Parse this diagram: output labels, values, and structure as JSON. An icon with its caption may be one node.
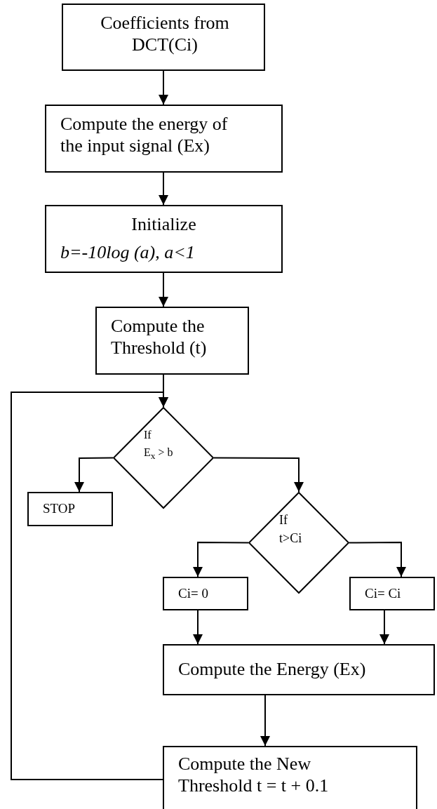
{
  "diagram": {
    "nodes": [
      {
        "text": [
          "Coefficients from DCT(Ci)"
        ]
      },
      {
        "text": [
          "Compute the energy of the input signal (Ex)"
        ]
      },
      {
        "text": [
          "Initialize",
          "b=-10log (a), a<1"
        ]
      },
      {
        "text": [
          "Compute the Threshold (t)"
        ]
      },
      {
        "text": [
          "If",
          "E$_{x}$ > b"
        ]
      },
      {
        "text": [
          "STOP"
        ]
      },
      {
        "text": [
          "If",
          "t>Ci"
        ]
      },
      {
        "text": [
          "Ci= 0"
        ]
      },
      {
        "text": [
          "Ci= Ci"
        ]
      },
      {
        "text": [
          "Compute the Energy (Ex)"
        ]
      },
      {
        "text": [
          "Compute the New Threshold t = t + 0.1"
        ]
      }
    ],
    "edges": [
      {
        "from": 0,
        "to": 1,
        "arrow": "to"
      },
      {
        "from": 1,
        "to": 2,
        "arrow": "to"
      },
      {
        "from": 2,
        "to": 3,
        "arrow": "to"
      },
      {
        "from": 3,
        "to": 4,
        "arrow": "to"
      },
      {
        "from": 4,
        "to": 5,
        "arrow": "to"
      },
      {
        "from": 4,
        "to": 6,
        "arrow": "to"
      },
      {
        "from": 6,
        "to": 7,
        "arrow": "to"
      },
      {
        "from": 6,
        "to": 8,
        "arrow": "to"
      },
      {
        "from": 7,
        "to": 9,
        "arrow": "to"
      },
      {
        "from": 8,
        "to": 9,
        "arrow": "to"
      },
      {
        "from": 9,
        "to": 10,
        "arrow": "to"
      },
      {
        "from": 10,
        "to": 4,
        "arrow": "to"
      }
    ]
  }
}
